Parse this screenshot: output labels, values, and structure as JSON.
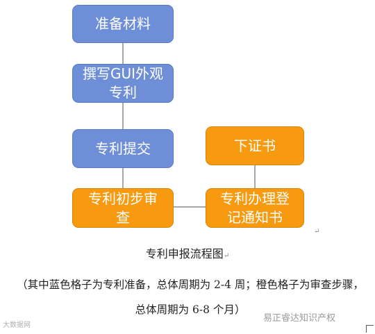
{
  "nodes": {
    "prepare": "准备材料",
    "write": "撰写GUI外观\n专利",
    "submit": "专利提交",
    "review": "专利初步审\n查",
    "register": "专利办理登\n记通知书",
    "certificate": "下证书"
  },
  "caption": "专利申报流程图",
  "note": "（其中蓝色格子为专利准备，总体周期为 2-4 周；橙色格子为审查步骤，总体周期为 6-8 个月）",
  "watermark_left": "大数据网",
  "watermark_right": "易正睿达知识产权",
  "paragraph_mark": "↵",
  "colors": {
    "blue": "#6e8fd8",
    "orange": "#f79a10",
    "connector": "#8a8a8a"
  }
}
